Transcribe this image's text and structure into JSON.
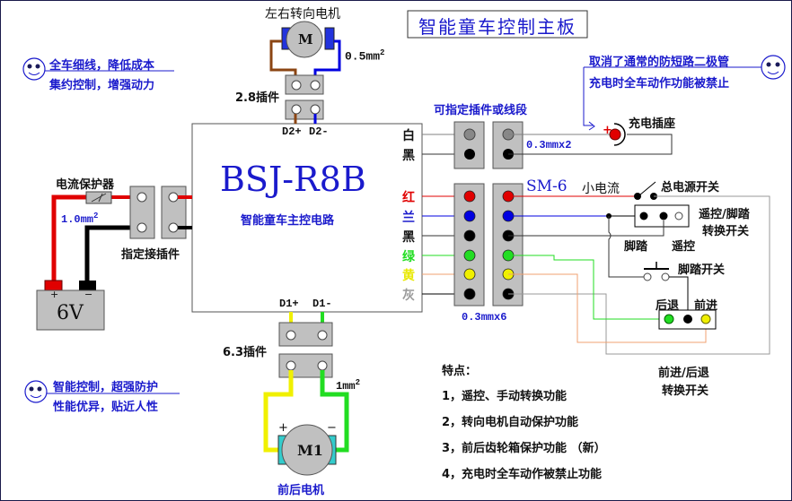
{
  "title": "智能童车控制主板",
  "colors": {
    "accent_blue": "#1a1acc",
    "wire_red": "#e00000",
    "wire_blue": "#0000e0",
    "wire_black": "#000000",
    "wire_green": "#22dd22",
    "wire_yellow": "#f0f000",
    "wire_orange": "#f0a070",
    "wire_gray": "#808080",
    "wire_brown": "#8b4513",
    "connector_gray": "#c0c0c0",
    "motor_gray": "#c0c0c0",
    "motor_cap_blue": "#2233dd",
    "motor_cap_cyan": "#33cccc"
  },
  "slogans": {
    "top_left": [
      "全车细线，降低成本",
      "集约控制，增强动力"
    ],
    "bottom_left": [
      "智能控制，超强防护",
      "性能优异，贴近人性"
    ],
    "top_right": [
      "取消了通常的防短路二极管",
      "充电时全车动作功能被禁止"
    ]
  },
  "steering_motor": {
    "label": "左右转向电机",
    "symbol": "M",
    "wire_size": "0.5mm",
    "wire_size_sup": "2",
    "connector_label": "2.8插件",
    "pins": [
      "D2+",
      "D2-"
    ]
  },
  "drive_motor": {
    "label": "前后电机",
    "symbol": "M1",
    "plus": "+",
    "minus": "−",
    "wire_size": "1mm",
    "wire_size_sup": "2",
    "connector_label": "6.3插件",
    "pins": [
      "D1+",
      "D1-"
    ]
  },
  "board": {
    "model": "BSJ-R8B",
    "subtitle": "智能童车主控电路",
    "top_wires": [
      "白",
      "黑"
    ],
    "bottom_wires": [
      "红",
      "兰",
      "黑",
      "绿",
      "黄",
      "灰"
    ]
  },
  "power": {
    "protector_label": "电流保护器",
    "wire_size": "1.0mm",
    "wire_size_sup": "2",
    "connector_label": "指定接插件",
    "battery_label": "6V",
    "plus": "+",
    "minus": "−"
  },
  "charging": {
    "connector_label": "可指定插件或线段",
    "wire_size": "0.3mmx2",
    "socket_label": "充电插座",
    "plus": "+"
  },
  "control": {
    "connector_model": "SM-6",
    "current_label": "小电流",
    "wire_size": "0.3mmx6",
    "main_switch": "总电源开关",
    "mode_switch": [
      "遥控/脚踏",
      "转换开关"
    ],
    "mode_options": [
      "脚踏",
      "遥控"
    ],
    "pedal_switch": "脚踏开关",
    "direction_options": [
      "后退",
      "前进"
    ],
    "direction_switch": [
      "前进/后退",
      "转换开关"
    ]
  },
  "features": {
    "heading": "特点：",
    "items": [
      "1，遥控、手动转换功能",
      "2，转向电机自动保护功能",
      "3，前后齿轮箱保护功能 （新）",
      "4，充电时全车动作被禁止功能"
    ]
  }
}
